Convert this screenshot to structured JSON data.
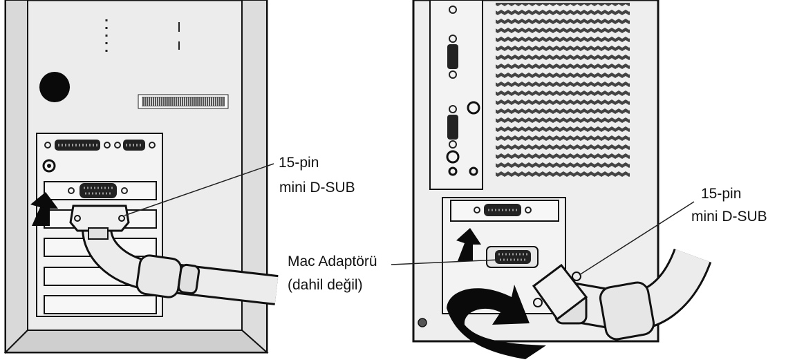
{
  "labels": {
    "left_connector_line1": "15-pin",
    "left_connector_line2": "mini D-SUB",
    "mac_adapter_line1": "Mac Adaptörü",
    "mac_adapter_line2": "(dahil değil)",
    "right_connector_line1": "15-pin",
    "right_connector_line2": "mini D-SUB"
  }
}
